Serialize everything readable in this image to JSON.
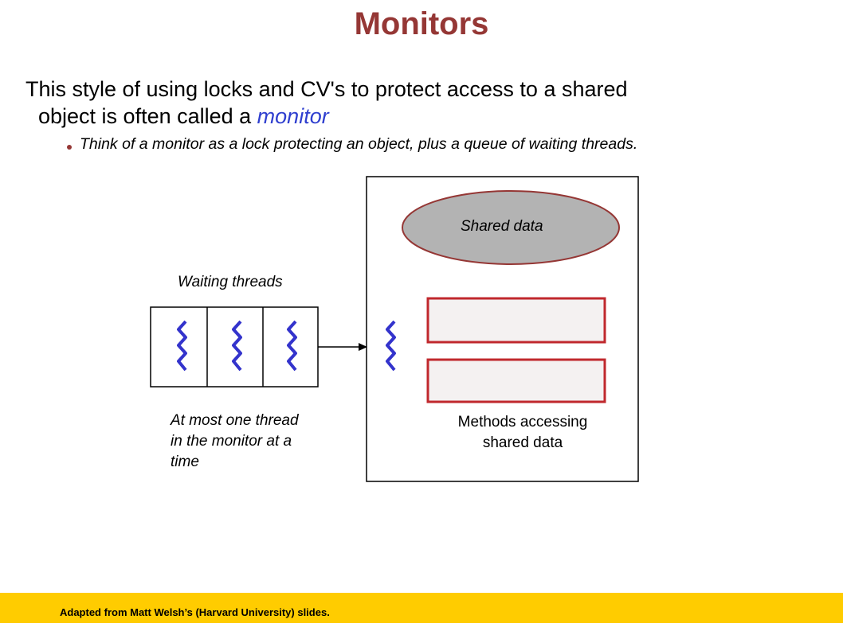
{
  "slide": {
    "title": "Monitors",
    "main_text_part1": "This style of using locks and CV's to protect access to a shared",
    "main_text_part2": "object is often called a ",
    "main_text_emphasis": "monitor",
    "bullet": "Think of a monitor as a lock protecting an object, plus a queue of waiting threads."
  },
  "diagram": {
    "shared_data_label": "Shared data",
    "waiting_threads_label": "Waiting threads",
    "methods_label_line1": "Methods accessing",
    "methods_label_line2": "shared data",
    "note_line1": "At most one thread",
    "note_line2": "in the monitor at a",
    "note_line3": "time",
    "colors": {
      "thread": "#3333cc",
      "ellipse_fill": "#b3b3b3",
      "border_red": "#953735",
      "method_fill": "#f4f1f1"
    }
  },
  "footer": {
    "credit": "Adapted from Matt Welsh’s (Harvard University) slides."
  }
}
